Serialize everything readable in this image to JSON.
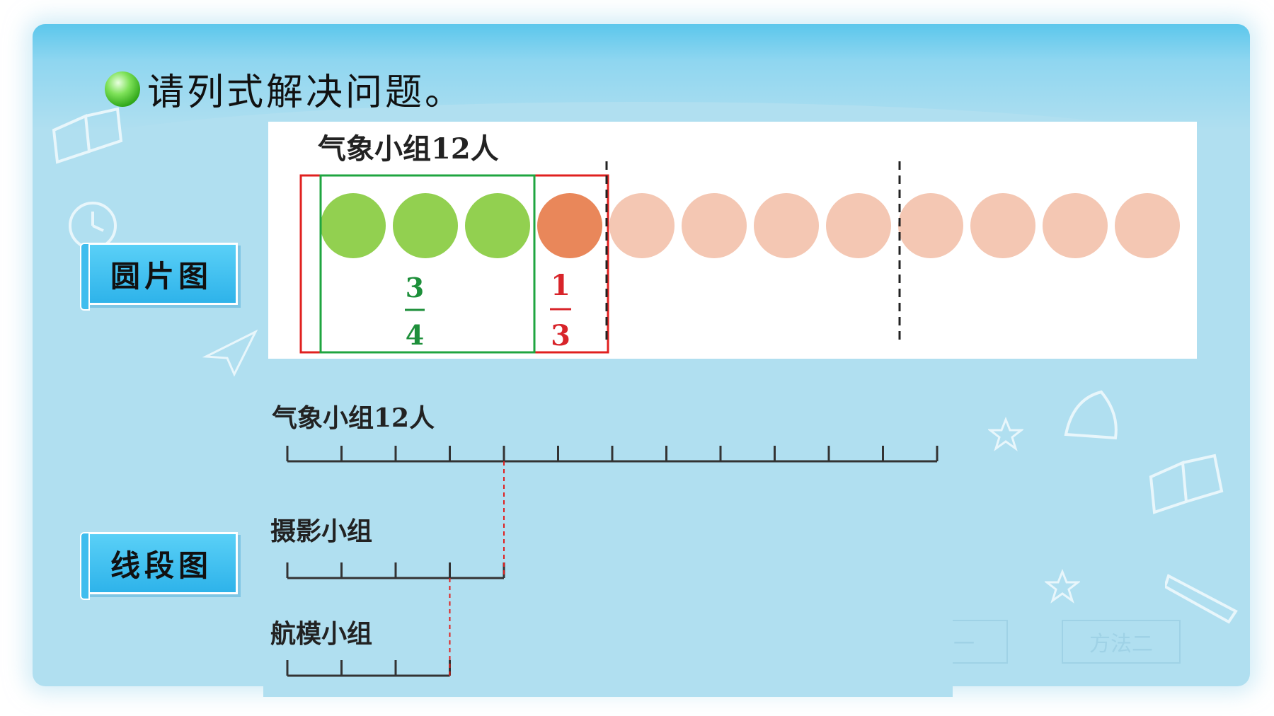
{
  "title": "请列式解决问题。",
  "tabs": {
    "circle_diagram": "圆片图",
    "segment_diagram": "线段图"
  },
  "circle_figure": {
    "group_label": "气象小组12人",
    "total_circles": 12,
    "green_count": 3,
    "orange_count": 1,
    "fraction_a": {
      "numerator": "3",
      "denominator": "4"
    },
    "fraction_b": {
      "numerator": "1",
      "denominator": "3"
    },
    "colors": {
      "green": "#92d050",
      "orange": "#e9875a",
      "pale": "#f4c7b3",
      "green_box": "#1fa540",
      "red_box": "#e0201f",
      "green_text": "#1d8f3a",
      "red_text": "#d8242a"
    }
  },
  "segment_figure": {
    "group1_label": "气象小组12人",
    "group1_units": 12,
    "group2_label": "摄影小组",
    "group2_units": 4,
    "group3_label": "航模小组",
    "group3_units": 3
  },
  "buttons": {
    "method1_partial": "一",
    "method2": "方法二"
  }
}
